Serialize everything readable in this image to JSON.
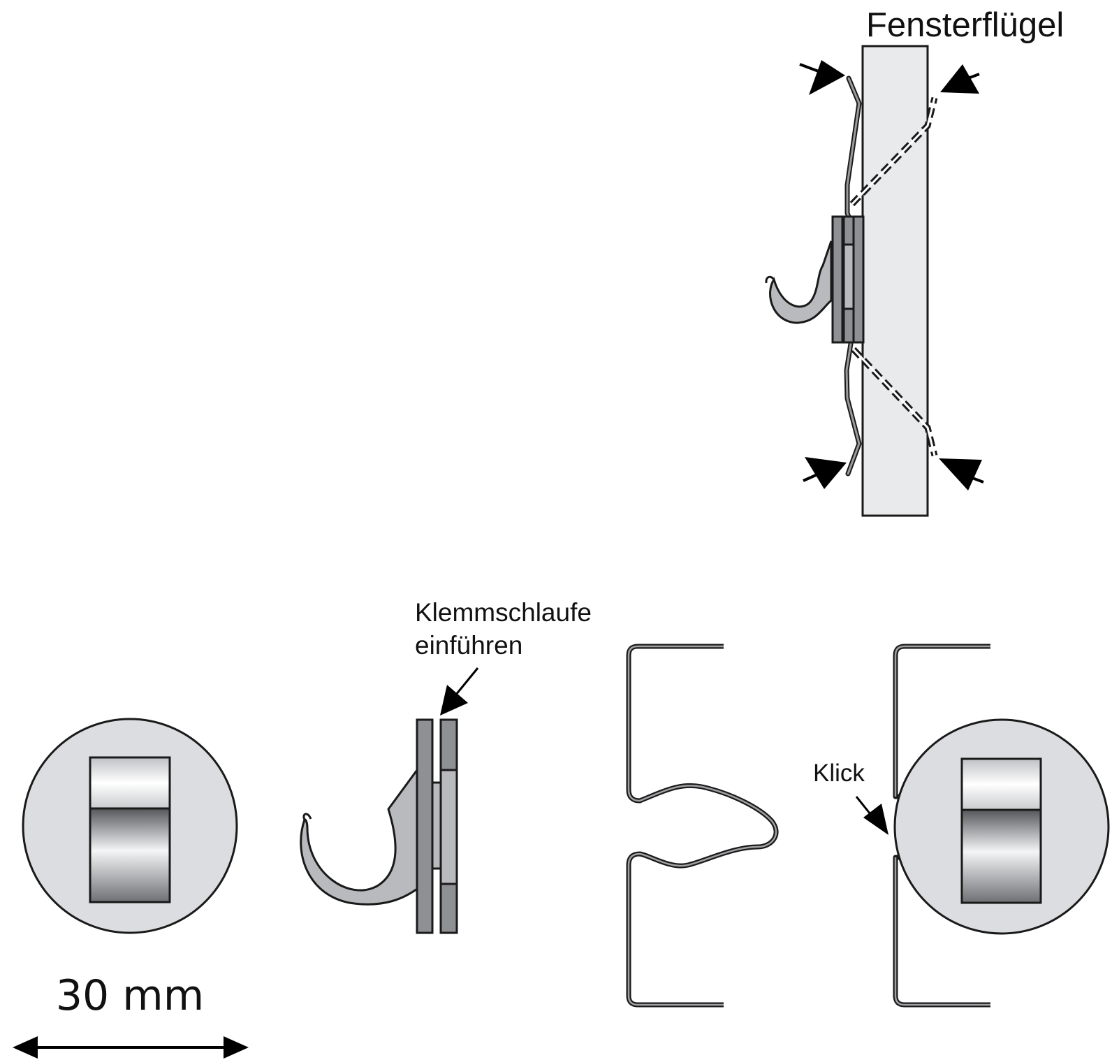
{
  "labels": {
    "window_sash": "Fensterflügel",
    "clamp_loop_line1": "Klemmschlaufe",
    "clamp_loop_line2": "einführen",
    "click": "Klick",
    "dimension": "30 mm"
  },
  "colors": {
    "stroke": "#1a1a1a",
    "sash_fill": "#e9eaec",
    "disc_fill": "#dcdde0",
    "plate_fill": "#8f9094",
    "hook_fill": "#b9babd",
    "arrow_fill": "#000000"
  }
}
